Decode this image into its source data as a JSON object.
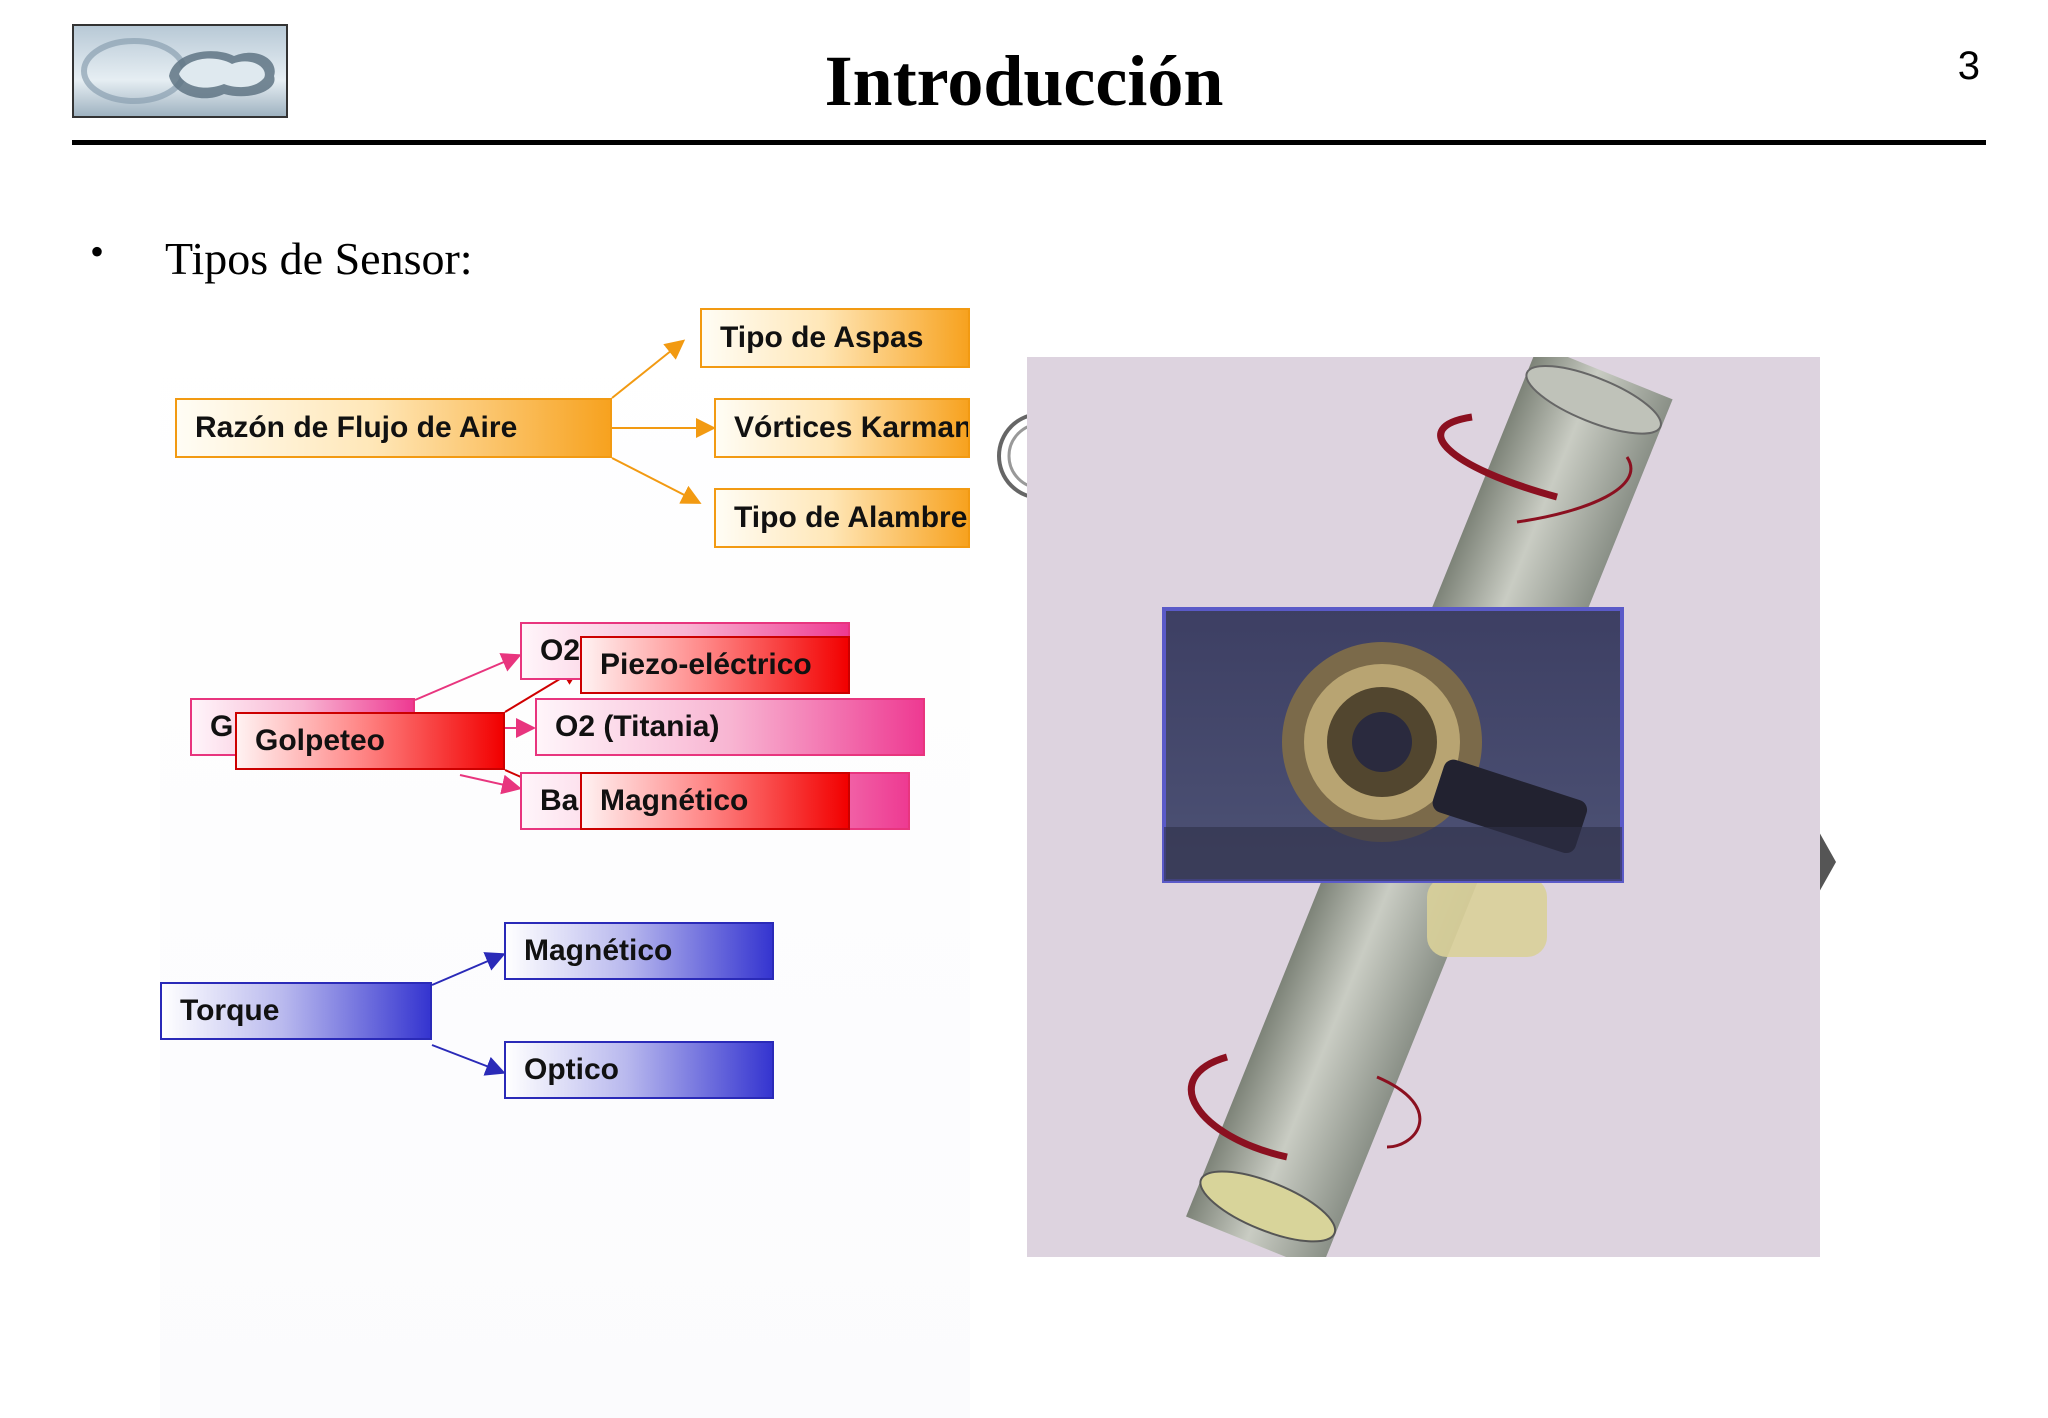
{
  "header": {
    "title": "Introducción",
    "page_number": "3"
  },
  "content": {
    "bullet_symbol": "•",
    "bullet_text": "Tipos de Sensor:"
  },
  "diagram": {
    "airflow": {
      "root": "Razón de Flujo de Aire",
      "children": [
        "Tipo de Aspas",
        "Vórtices Karman",
        "Tipo de Alambre"
      ],
      "color": "#f29a12"
    },
    "gas_group": {
      "root_partial": "G",
      "children_partial": [
        "O2",
        "O2 (Titania)",
        "Ba"
      ],
      "color": "#e8357e"
    },
    "knock": {
      "root": "Golpeteo",
      "children": [
        "Piezo-eléctrico",
        "Magnético"
      ],
      "color": "#f20000"
    },
    "torque": {
      "root": "Torque",
      "children": [
        "Magnético",
        "Optico"
      ],
      "color": "#2a2ab8"
    }
  },
  "images": {
    "logo": "company-logo",
    "photo": "torque-shaft-illustration",
    "inset": "knock-sensor-photo"
  }
}
